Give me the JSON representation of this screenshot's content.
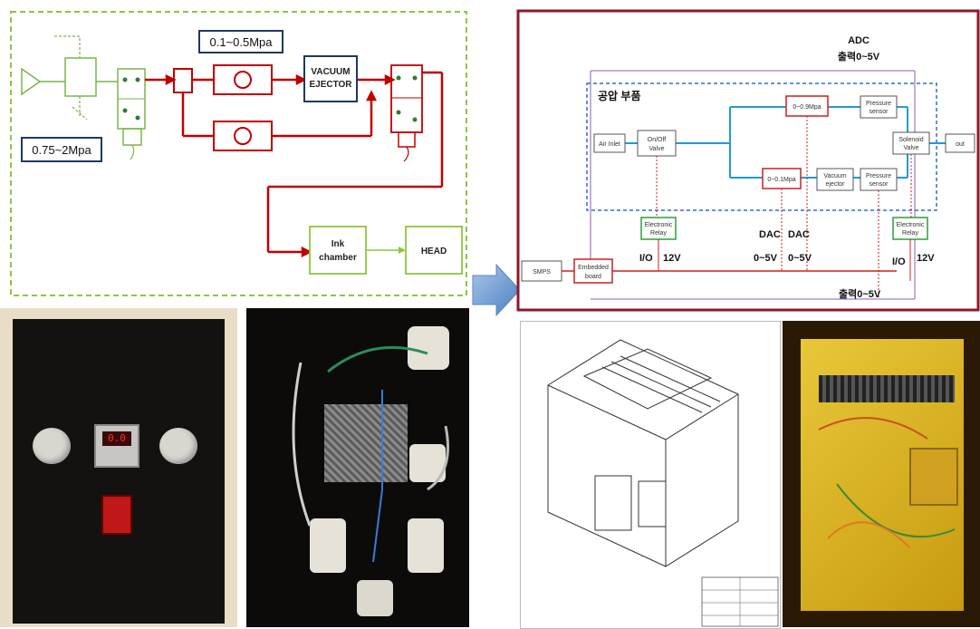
{
  "pneumatic": {
    "pressure_range_top": "0.1~0.5Mpa",
    "pressure_range_left": "0.75~2Mpa",
    "ejector_line1": "VACUUM",
    "ejector_line2": "EJECTOR",
    "ink_chamber_line1": "Ink",
    "ink_chamber_line2": "chamber",
    "head": "HEAD"
  },
  "block_diagram": {
    "adc_label": "ADC",
    "adc_output": "출력0~5V",
    "group_label": "공압 부품",
    "air_inlet": "Air Inlet",
    "onoff_valve_line1": "On/Off",
    "onoff_valve_line2": "Valve",
    "regulator_top": "0~0.9Mpa",
    "regulator_bottom": "0~0.1Mpa",
    "pressure_sensor_line1": "Pressure",
    "pressure_sensor_line2": "sensor",
    "vacuum_ejector_line1": "Vacuum",
    "vacuum_ejector_line2": "ejector",
    "solenoid_line1": "Solenoid",
    "solenoid_line2": "Valve",
    "out": "out",
    "relay_line1": "Electronic",
    "relay_line2": "Relay",
    "dac1": "DAC",
    "dac2": "DAC",
    "range1": "0~5V",
    "range2": "0~5V",
    "io_left": "I/O",
    "v12_left": "12V",
    "io_right": "I/O",
    "v12_right": "12V",
    "smps": "SMPS",
    "embedded_line1": "Embedded",
    "embedded_line2": "board",
    "bottom_output": "출력0~5V"
  },
  "photos": {
    "panel_display": "0.0"
  },
  "colors": {
    "green_frame": "#8dc63f",
    "red_line": "#c00000",
    "blue_line": "#1f9bd7",
    "maroon_frame": "#8b1a2b",
    "arrow_blue": "#4a7fc1"
  }
}
